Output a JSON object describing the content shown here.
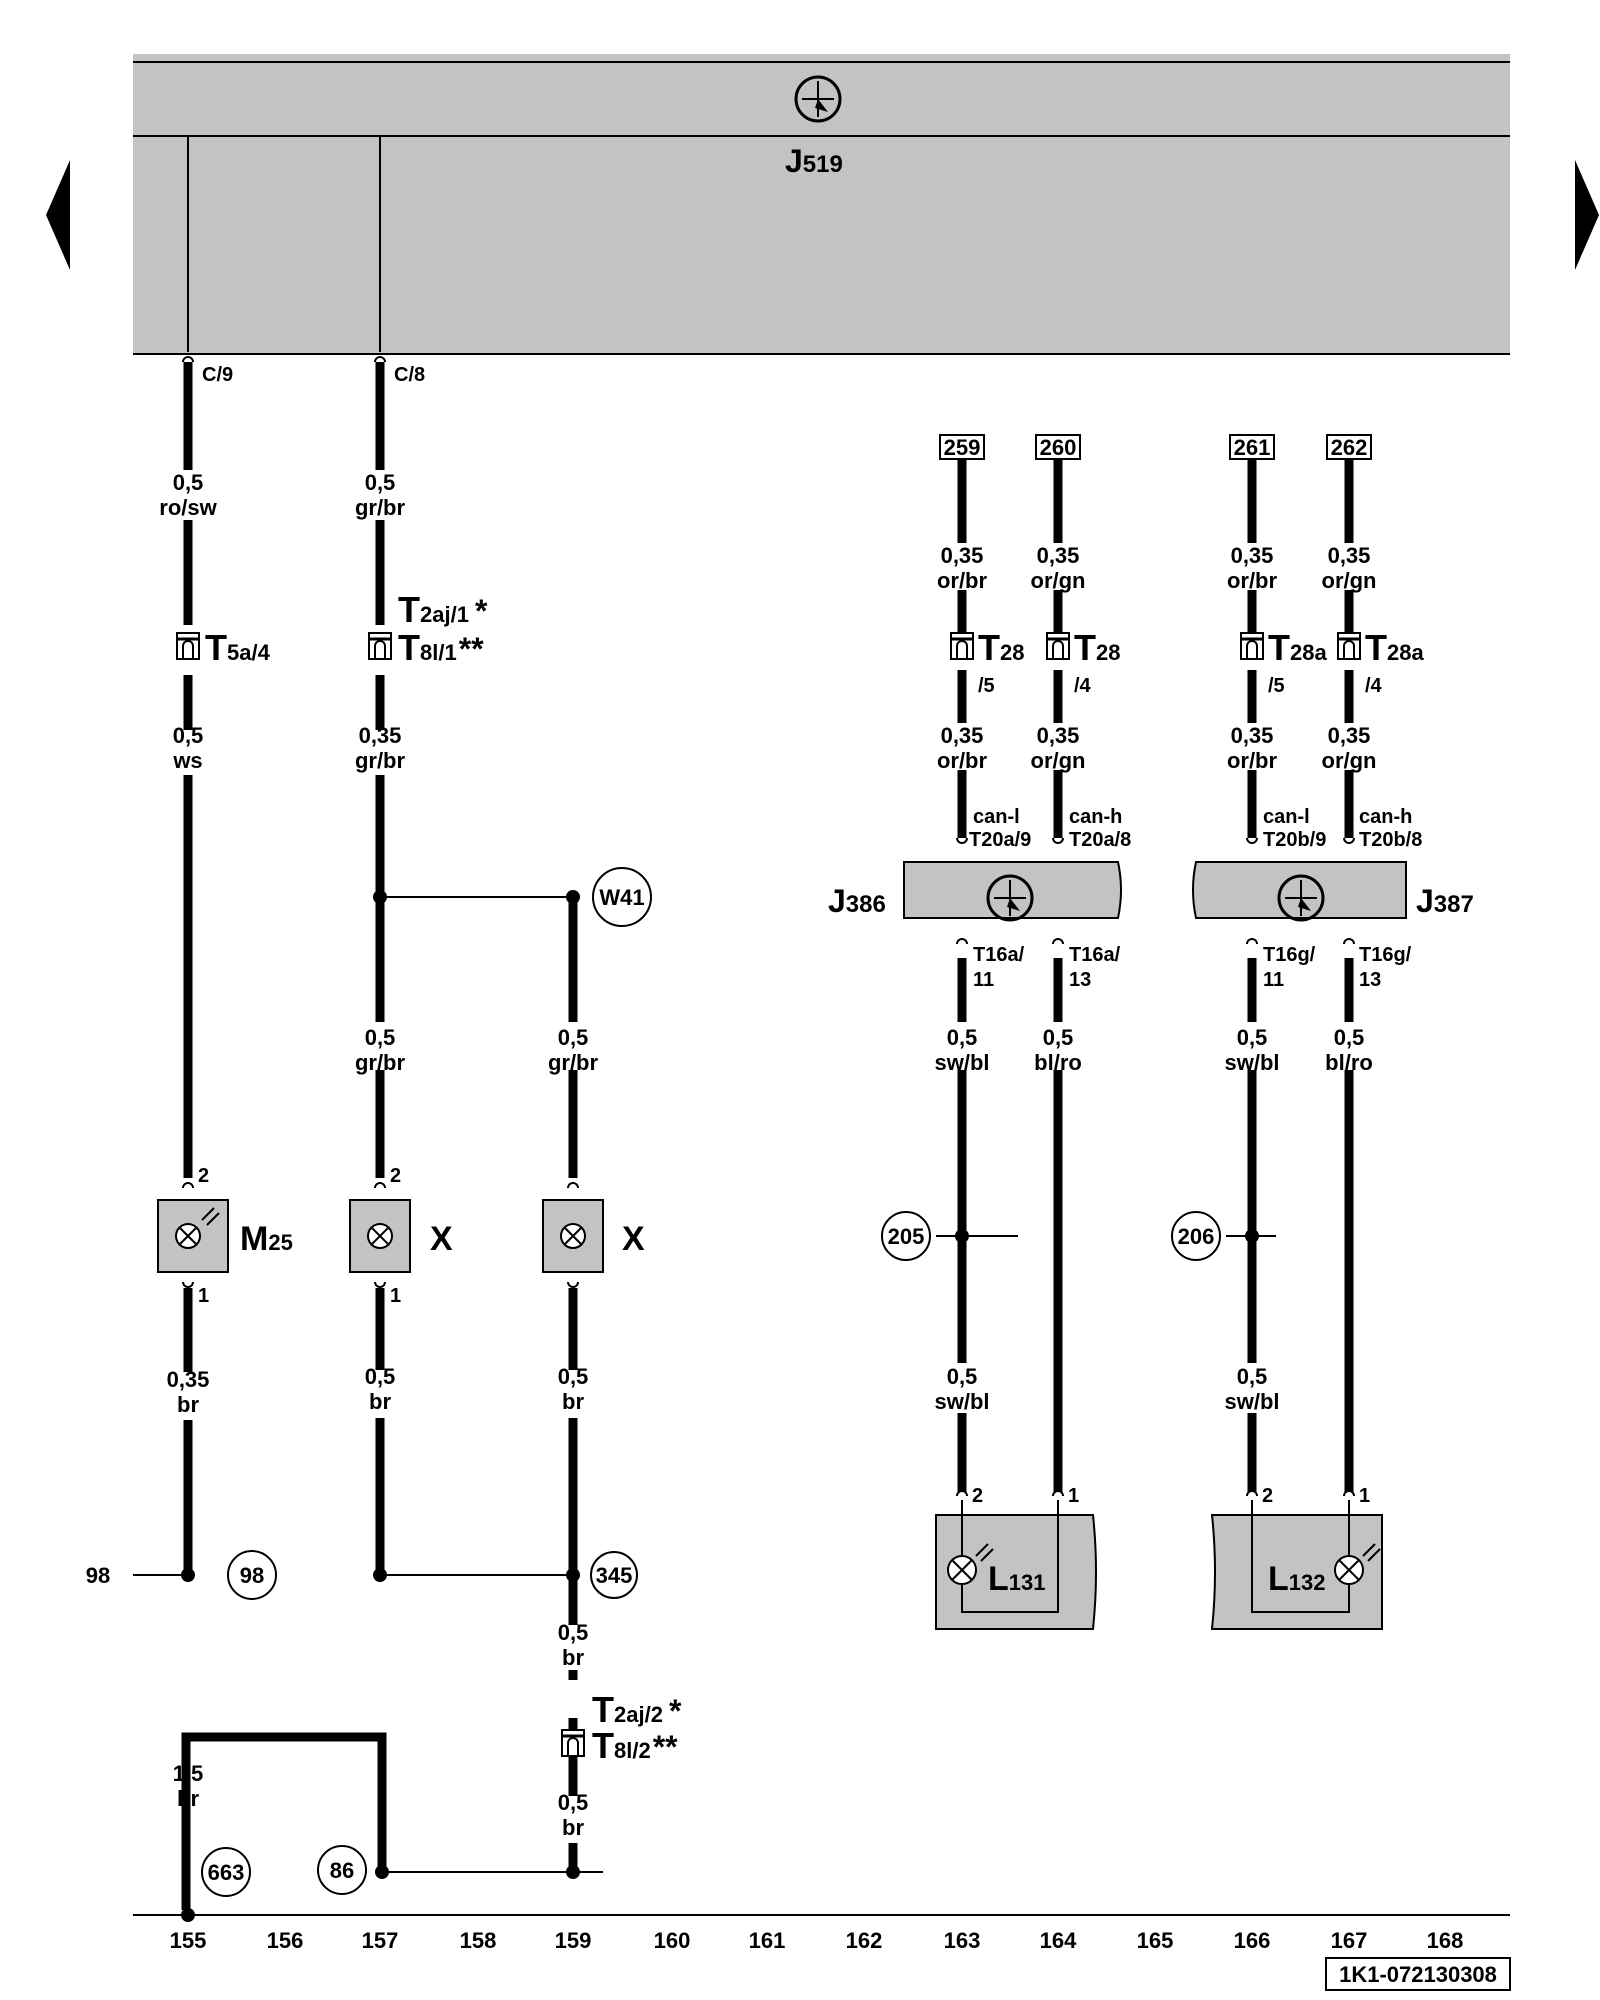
{
  "control_unit": {
    "label": "J",
    "sub": "519"
  },
  "connectors": {
    "c9": "C/9",
    "c8": "C/8",
    "t5a4": {
      "main": "T",
      "sub": "5a/4"
    },
    "t2aj1": {
      "main": "T",
      "sub": "2aj/1",
      "mark": "*"
    },
    "t8l1": {
      "main": "T",
      "sub": "8l/1",
      "mark": "**"
    },
    "t28_5": {
      "main": "T",
      "sub": "28",
      "pin": "/5"
    },
    "t28_4": {
      "main": "T",
      "sub": "28",
      "pin": "/4"
    },
    "t28a_5": {
      "main": "T",
      "sub": "28a",
      "pin": "/5"
    },
    "t28a_4": {
      "main": "T",
      "sub": "28a",
      "pin": "/4"
    },
    "t2aj2": {
      "main": "T",
      "sub": "2aj/2",
      "mark": "*"
    },
    "t8l2": {
      "main": "T",
      "sub": "8l/2",
      "mark": "**"
    }
  },
  "ref_boxes": [
    "259",
    "260",
    "261",
    "262"
  ],
  "wires": {
    "c155_1": [
      "0,5",
      "ro/sw"
    ],
    "c155_2": [
      "0,5",
      "ws"
    ],
    "c155_3": [
      "0,35",
      "br"
    ],
    "c155_4": [
      "1,5",
      "br"
    ],
    "c157_1": [
      "0,5",
      "gr/br"
    ],
    "c157_2": [
      "0,35",
      "gr/br"
    ],
    "c157_3": [
      "0,5",
      "gr/br"
    ],
    "c157_4": [
      "0,5",
      "br"
    ],
    "c159_1": [
      "0,5",
      "gr/br"
    ],
    "c159_2": [
      "0,5",
      "br"
    ],
    "c159_3": [
      "0,5",
      "br"
    ],
    "c159_4": [
      "0,5",
      "br"
    ],
    "c163_1": [
      "0,35",
      "or/br"
    ],
    "c163_2": [
      "0,35",
      "or/br"
    ],
    "c163_3": [
      "0,5",
      "sw/bl"
    ],
    "c163_4": [
      "0,5",
      "sw/bl"
    ],
    "c164_1": [
      "0,35",
      "or/gn"
    ],
    "c164_2": [
      "0,35",
      "or/gn"
    ],
    "c164_3": [
      "0,5",
      "bl/ro"
    ],
    "c166_1": [
      "0,35",
      "or/br"
    ],
    "c166_2": [
      "0,35",
      "or/br"
    ],
    "c166_3": [
      "0,5",
      "sw/bl"
    ],
    "c166_4": [
      "0,5",
      "sw/bl"
    ],
    "c167_1": [
      "0,35",
      "or/gn"
    ],
    "c167_2": [
      "0,35",
      "or/gn"
    ],
    "c167_3": [
      "0,5",
      "bl/ro"
    ]
  },
  "modules": {
    "j386": {
      "label": "J",
      "sub": "386",
      "top_pins": [
        "can-l",
        "T20a/9",
        "can-h",
        "T20a/8"
      ],
      "bottom_pins": [
        "T16a/",
        "11",
        "T16a/",
        "13"
      ]
    },
    "j387": {
      "label": "J",
      "sub": "387",
      "top_pins": [
        "can-l",
        "T20b/9",
        "can-h",
        "T20b/8"
      ],
      "bottom_pins": [
        "T16g/",
        "11",
        "T16g/",
        "13"
      ]
    }
  },
  "components": {
    "m25": {
      "label": "M",
      "sub": "25",
      "pin_top": "2",
      "pin_bottom": "1"
    },
    "x1": {
      "label": "X",
      "pin_top": "2",
      "pin_bottom": "1"
    },
    "x2": {
      "label": "X"
    },
    "l131": {
      "label": "L",
      "sub": "131",
      "pins": [
        "2",
        "1"
      ]
    },
    "l132": {
      "label": "L",
      "sub": "132",
      "pins": [
        "2",
        "1"
      ]
    }
  },
  "circle_refs": {
    "w41": "W41",
    "r98": "98",
    "r345": "345",
    "r205": "205",
    "r206": "206",
    "r663": "663",
    "r86": "86"
  },
  "left_margin_ref": "98",
  "ruler": [
    "155",
    "156",
    "157",
    "158",
    "159",
    "160",
    "161",
    "162",
    "163",
    "164",
    "165",
    "166",
    "167",
    "168"
  ],
  "doc_code": "1K1-072130308"
}
